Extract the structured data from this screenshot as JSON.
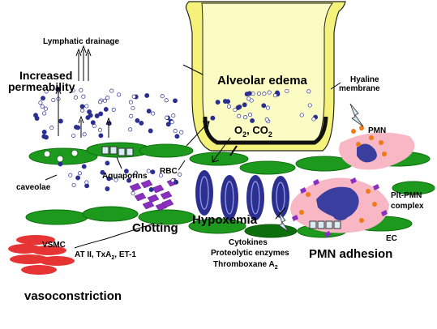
{
  "labels": {
    "lymphatic_drainage": "Lymphatic drainage",
    "increased_line1": "Increased",
    "increased_line2": "permeability",
    "alveolar_edema": "Alveolar edema",
    "hyaline_line1": "Hyaline",
    "hyaline_line2": "membrane",
    "gas_o2": "O",
    "gas_sub2": "2",
    "gas_sep": ", CO",
    "gas_sub2b": "2",
    "pmn": "PMN",
    "caveolae": "caveolae",
    "aquaporins": "Aquaporins",
    "rbc": "RBC",
    "plt_pmn_line1": "Plt-PMN",
    "plt_pmn_line2": "complex",
    "hypoxemia": "Hypoxemia",
    "clotting": "Clotting",
    "vsmc": "VSMC",
    "mediators_prefix": "AT II, TxA",
    "mediators_sub": "2",
    "mediators_suffix": ", ET-1",
    "ec": "EC",
    "cytokines": "Cytokines",
    "proteolytic": "Proteolytic enzymes",
    "thromboxane": "Thromboxane A",
    "thromboxane_sub": "2",
    "pmn_adhesion": "PMN adhesion",
    "vasoconstriction": "vasoconstriction"
  },
  "colors": {
    "alveolus_wall": "#f4f27a",
    "alveolus_edema": "#fbfbc4",
    "alveolus_outline": "#222222",
    "hyaline_band": "#111111",
    "endothelium": "#1d9a1d",
    "endothelium_dark": "#0c6e0c",
    "rbc": "#2b2f8f",
    "pmn_cell": "#f7b7c4",
    "pmn_nucleus": "#3a3f9f",
    "granule": "#f07a18",
    "vsmc": "#e63333",
    "platelet": "#8a2fbf",
    "protein_dot": "#2b2f8f",
    "water_dot": "#ffffff"
  }
}
